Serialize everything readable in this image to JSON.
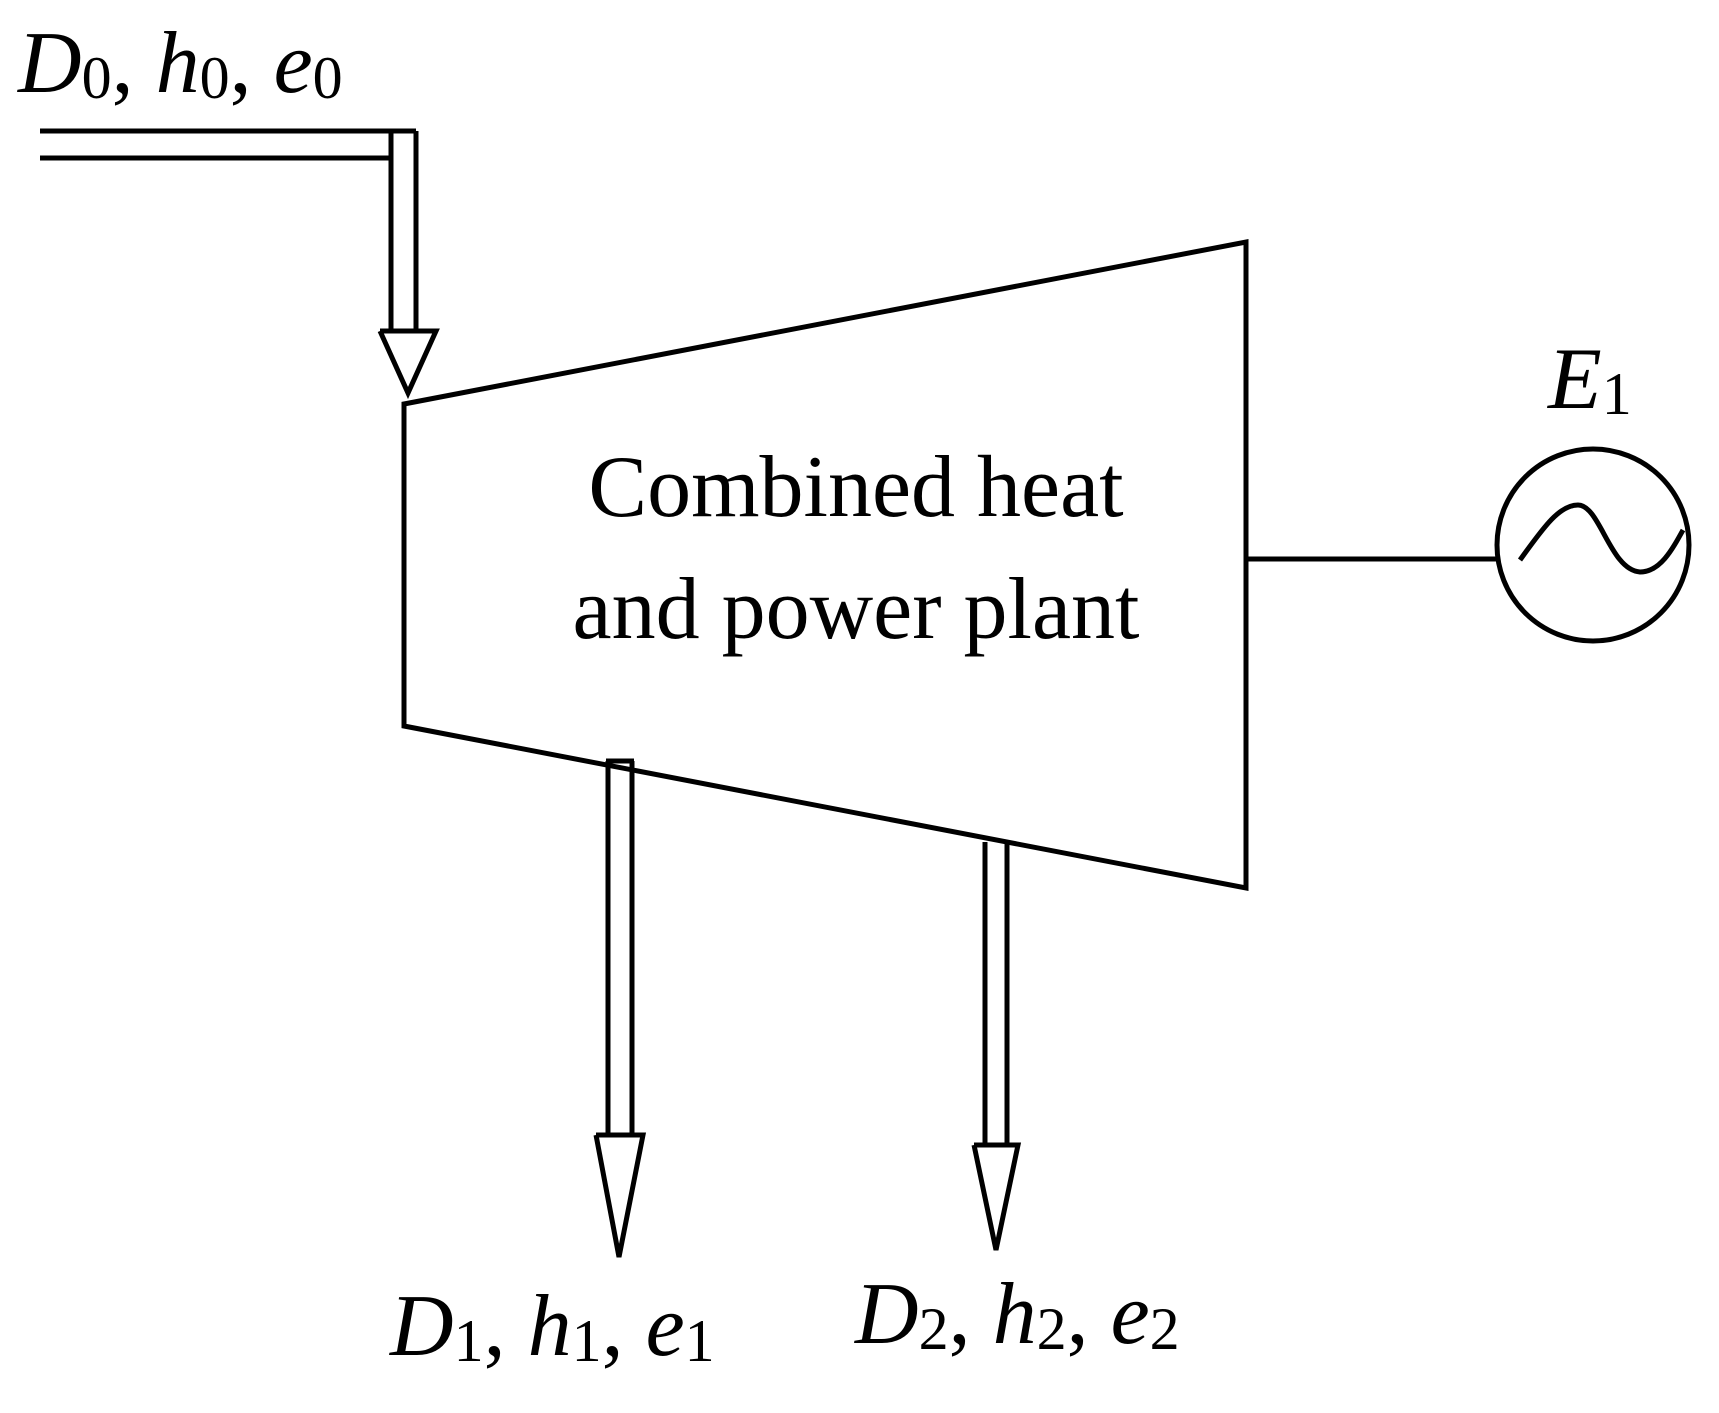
{
  "diagram": {
    "block": {
      "line1": "Combined heat",
      "line2": "and power plant"
    },
    "inlet": {
      "sym1": "D",
      "sub1": "0",
      "sep1": ", ",
      "sym2": "h",
      "sub2": "0",
      "sep2": ", ",
      "sym3": "e",
      "sub3": "0"
    },
    "generator": {
      "sym": "E",
      "sub": "1"
    },
    "outlet1": {
      "sym1": "D",
      "sub1": "1",
      "sep1": ", ",
      "sym2": "h",
      "sub2": "1",
      "sep2": ", ",
      "sym3": "e",
      "sub3": "1"
    },
    "outlet2": {
      "sym1": "D",
      "sub1": "2",
      "sep1": ", ",
      "sym2": "h",
      "sub2": "2",
      "sep2": ", ",
      "sym3": "e",
      "sub3": "2"
    },
    "colors": {
      "stroke": "#000000",
      "background": "#ffffff"
    }
  }
}
